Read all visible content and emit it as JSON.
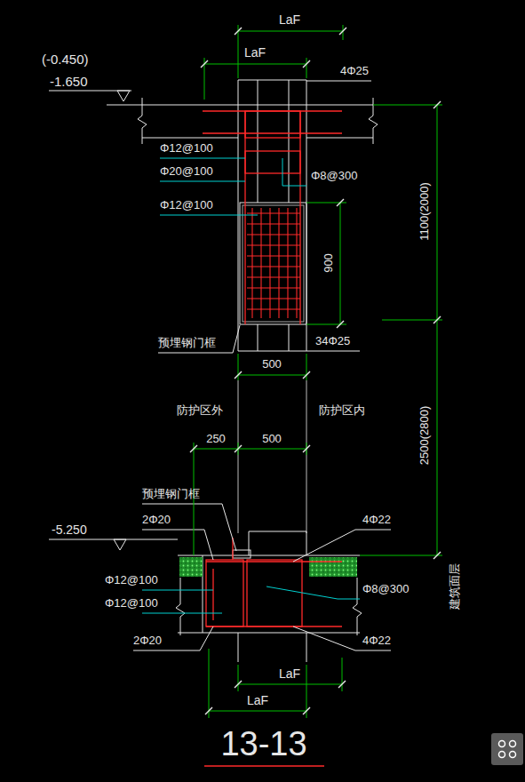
{
  "diagram": {
    "title": "13-13",
    "labels": [
      "LaF",
      "LaF",
      "4Φ25",
      "(-0.450)",
      "-1.650",
      "Φ12@100",
      "Φ20@100",
      "Φ8@300",
      "Φ12@100",
      "900",
      "1100(2000)",
      "预埋钢门框",
      "34Φ25",
      "500",
      "防护区外",
      "防护区内",
      "250",
      "500",
      "2500(2800)",
      "预埋钢门框",
      "2Φ20",
      "-5.250",
      "4Φ22",
      "Φ12@100",
      "Φ8@300",
      "Φ12@100",
      "建筑面层",
      "2Φ20",
      "4Φ22",
      "LaF",
      "LaF"
    ]
  }
}
